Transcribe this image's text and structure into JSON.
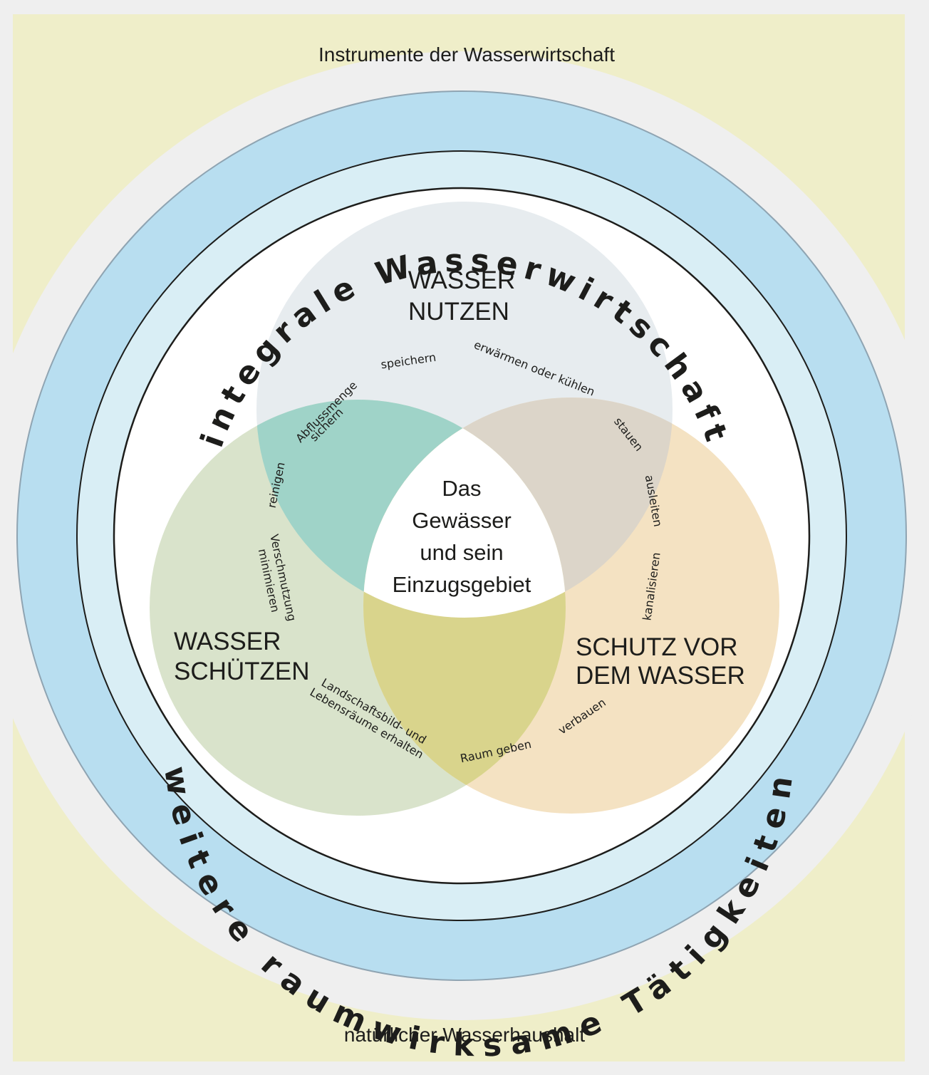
{
  "top_title": "Instrumente der Wasserwirtschaft",
  "bottom_title": "natürlicher Wasserhaushalt",
  "ring_top": "integrale  Wasserwirtschaft",
  "ring_bottom": "weitere raumwirksame Tätigkeiten",
  "circles": {
    "nutzen": {
      "line1": "WASSER",
      "line2": "NUTZEN"
    },
    "schuetzen": {
      "line1": "WASSER",
      "line2": "SCHÜTZEN"
    },
    "schutz": {
      "line1": "SCHUTZ VOR",
      "line2": "DEM WASSER"
    }
  },
  "center": {
    "line1": "Das",
    "line2": "Gewässer",
    "line3": "und sein",
    "line4": "Einzugsgebiet"
  },
  "activities": {
    "speichern": "speichern",
    "erwaermen": "erwärmen oder kühlen",
    "abfluss1": "Abflussmenge",
    "abfluss2": "sichern",
    "stauen": "stauen",
    "reinigen": "reinigen",
    "ausleiten": "ausleiten",
    "verschmutzung1": "Verschmutzung",
    "verschmutzung2": "minimieren",
    "kanalisieren": "kanalisieren",
    "landschaft1": "Landschaftsbild- und",
    "landschaft2": "Lebensräume erhalten",
    "raum": "Raum geben",
    "verbauen": "verbauen"
  },
  "colors": {
    "background": "#efefef",
    "frame": "#efeec9",
    "outer_ring": "#b8def0",
    "inner_ring": "#d9eef5",
    "nutzen": "#e7ecef",
    "schuetzen": "#d9e3cb",
    "schutz": "#f4e2c2",
    "overlap_ns": "#9fd3c8",
    "overlap_nw": "#dcd5c9",
    "overlap_sw": "#d9d48c"
  }
}
